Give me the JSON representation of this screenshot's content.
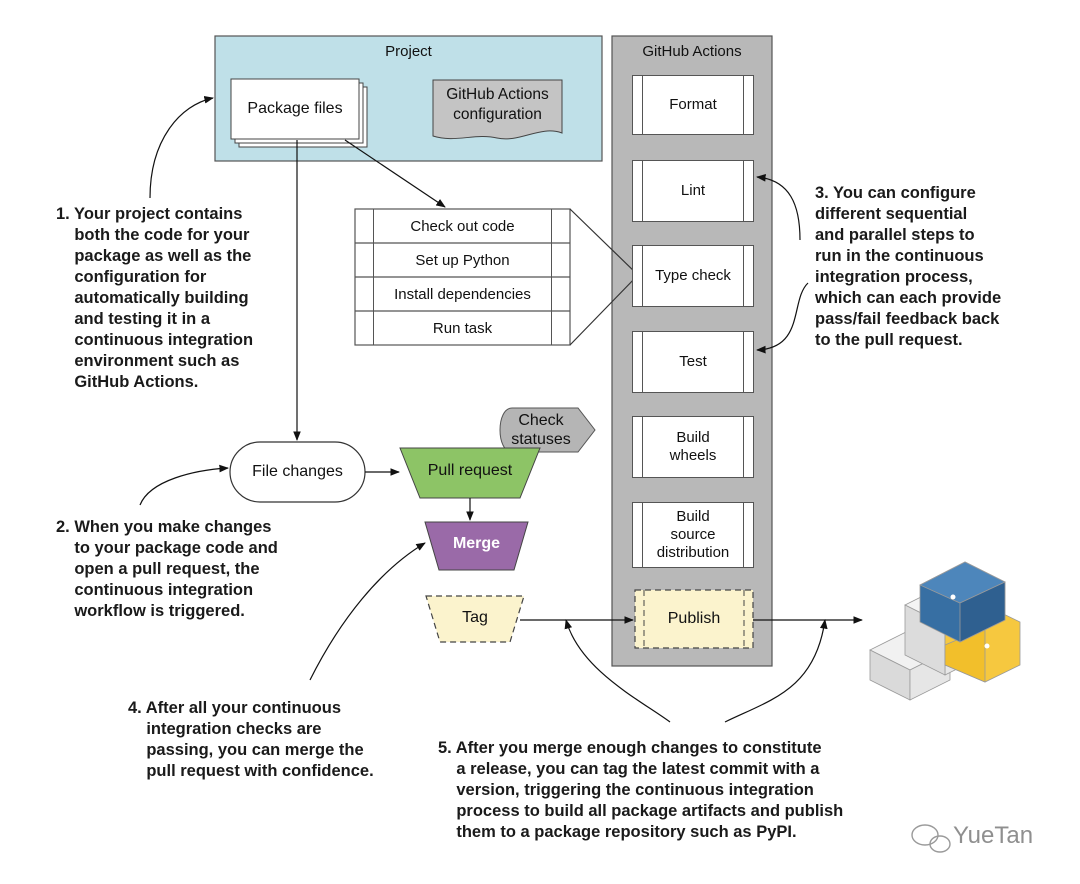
{
  "project": {
    "title": "Project",
    "package_files": "Package files",
    "gha_config": "GitHub Actions\nconfiguration"
  },
  "workflow": {
    "steps": [
      "Check out code",
      "Set up Python",
      "Install dependencies",
      "Run task"
    ]
  },
  "github_actions": {
    "title": "GitHub Actions",
    "steps": [
      "Format",
      "Lint",
      "Type check",
      "Test",
      "Build\nwheels",
      "Build\nsource\ndistribution"
    ],
    "publish": "Publish"
  },
  "flow": {
    "file_changes": "File changes",
    "pull_request": "Pull request",
    "check_statuses": "Check\nstatuses",
    "merge": "Merge",
    "tag": "Tag"
  },
  "notes": {
    "n1": "1. Your project contains\n    both the code for your\n    package as well as the\n    configuration for\n    automatically building\n    and testing it in a\n    continuous integration\n    environment such as\n    GitHub Actions.",
    "n2": "2. When you make changes\n    to your package code and\n    open a pull request, the\n    continuous integration\n    workflow is triggered.",
    "n3": "3. You can configure\ndifferent sequential\nand parallel steps to\nrun in the continuous\nintegration process,\nwhich can each provide\npass/fail feedback back\nto the pull request.",
    "n4": "4. After all your continuous\n    integration checks are\n    passing, you can merge the\n    pull request with confidence.",
    "n5": "5. After you merge enough changes to constitute\n    a release, you can tag the latest commit with a\n    version, triggering the continuous integration\n    process to build all package artifacts and publish\n    them to a package repository such as PyPI."
  },
  "watermark": "YueTan",
  "colors": {
    "project_bg": "#bfe0e8",
    "gha_bg": "#b8b8b8",
    "pull_request": "#8dc466",
    "merge": "#9a6aa8",
    "tag": "#fbf3cd",
    "check_statuses": "#b5b5b5",
    "doc": "#c4c4c4"
  }
}
